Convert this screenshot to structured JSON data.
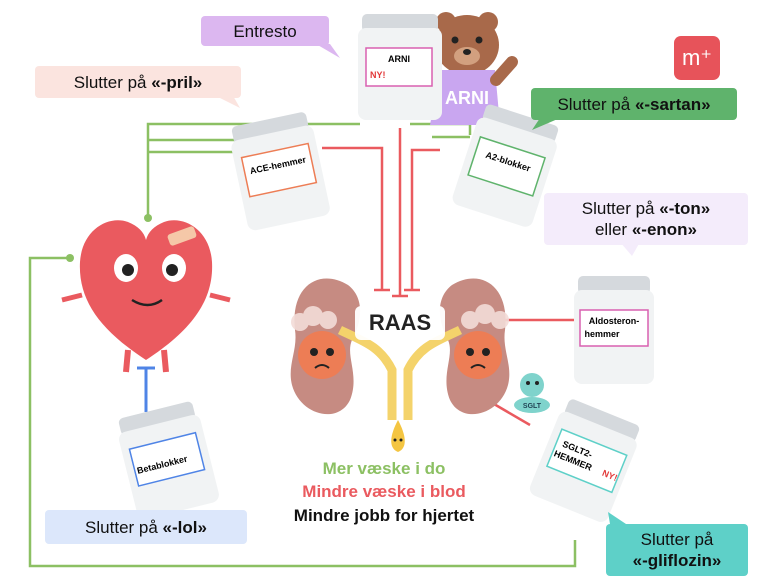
{
  "bubbles": {
    "entresto": "Entresto",
    "pril": {
      "prefix": "Slutter på ",
      "suffix": "«-pril»"
    },
    "sartan": {
      "prefix": "Slutter på ",
      "suffix": "«-sartan»"
    },
    "ton_enon": {
      "prefix": "Slutter på ",
      "suffix1": "«-ton»",
      "middle": "eller ",
      "suffix2": "«-enon»"
    },
    "lol": {
      "prefix": "Slutter på ",
      "suffix": "«-lol»"
    },
    "gliflozin": {
      "line1": "Slutter på",
      "line2": "«-gliflozin»"
    }
  },
  "jars": {
    "arni": {
      "label": "ARNI",
      "badge": "NY!"
    },
    "ace": {
      "label": "ACE-hemmer"
    },
    "a2": {
      "label": "A2-blokker"
    },
    "aldosteron": {
      "label": "Aldosteron-\nhemmer",
      "line1": "Aldosteron-",
      "line2": "hemmer"
    },
    "beta": {
      "label": "Betablokker"
    },
    "sglt2": {
      "line1": "SGLT2-",
      "line2": "HEMMER",
      "badge": "NY!"
    }
  },
  "bear_shirt": "ARNI",
  "sglt_mascot": "SGLT",
  "center": {
    "raas": "RAAS"
  },
  "effects": {
    "line1": "Mer væske i do",
    "line2": "Mindre væske i blod",
    "line3": "Mindre jobb for hjertet"
  },
  "logo": "m⁺",
  "colors": {
    "green": "#8cc063",
    "red": "#ea5a5f",
    "blue": "#4f84e6",
    "purple_bubble": "#dcb7f0",
    "pink_bubble": "#fbe4df",
    "green_bubble": "#5fb36c",
    "lilac_bubble": "#f4ecfb",
    "blue_bubble": "#dce7fb",
    "teal_bubble": "#5ed0c8"
  }
}
